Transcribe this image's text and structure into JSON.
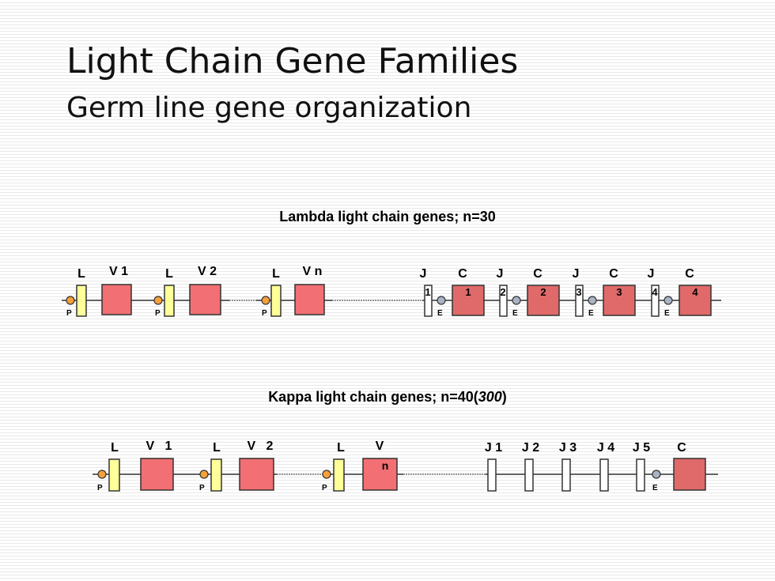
{
  "title": "Light Chain Gene Families",
  "subtitle": "Germ line gene organization",
  "lambda": {
    "title": "Lambda light chain genes; n=30",
    "v_segments": [
      {
        "leader_label": "L",
        "v_label": "V 1",
        "promoter_label": "P"
      },
      {
        "leader_label": "L",
        "v_label": "V 2",
        "promoter_label": "P"
      },
      {
        "leader_label": "L",
        "v_label": "V n",
        "promoter_label": "P"
      }
    ],
    "jc_clusters": [
      {
        "j_label": "J",
        "c_label": "C",
        "j_num": "1",
        "c_num": "1",
        "enhancer_label": "E"
      },
      {
        "j_label": "J",
        "c_label": "C",
        "j_num": "2",
        "c_num": "2",
        "enhancer_label": "E"
      },
      {
        "j_label": "J",
        "c_label": "C",
        "j_num": "3",
        "c_num": "3",
        "enhancer_label": "E"
      },
      {
        "j_label": "J",
        "c_label": "C",
        "j_num": "4",
        "c_num": "4",
        "enhancer_label": "E"
      }
    ]
  },
  "kappa": {
    "title_prefix": "Kappa light chain genes; n=40(",
    "title_italic": "300",
    "title_suffix": ")",
    "v_segments": [
      {
        "leader_label": "L",
        "v_label": "V   1",
        "promoter_label": "P",
        "inner_label": ""
      },
      {
        "leader_label": "L",
        "v_label": "V   2",
        "promoter_label": "P",
        "inner_label": ""
      },
      {
        "leader_label": "L",
        "v_label": "V",
        "promoter_label": "P",
        "inner_label": "n"
      }
    ],
    "j_labels": [
      "J 1",
      "J 2",
      "J 3",
      "J 4",
      "J 5"
    ],
    "c_label": "C",
    "enhancer_label": "E"
  },
  "colors": {
    "leader_fill": "#ffff99",
    "v_fill": "#f26f73",
    "c_fill": "#e06a6a",
    "j_fill": "#ffffff",
    "promoter_fill": "#f5a03a",
    "enhancer_fill": "#a9b3c2",
    "outline": "#333333"
  }
}
